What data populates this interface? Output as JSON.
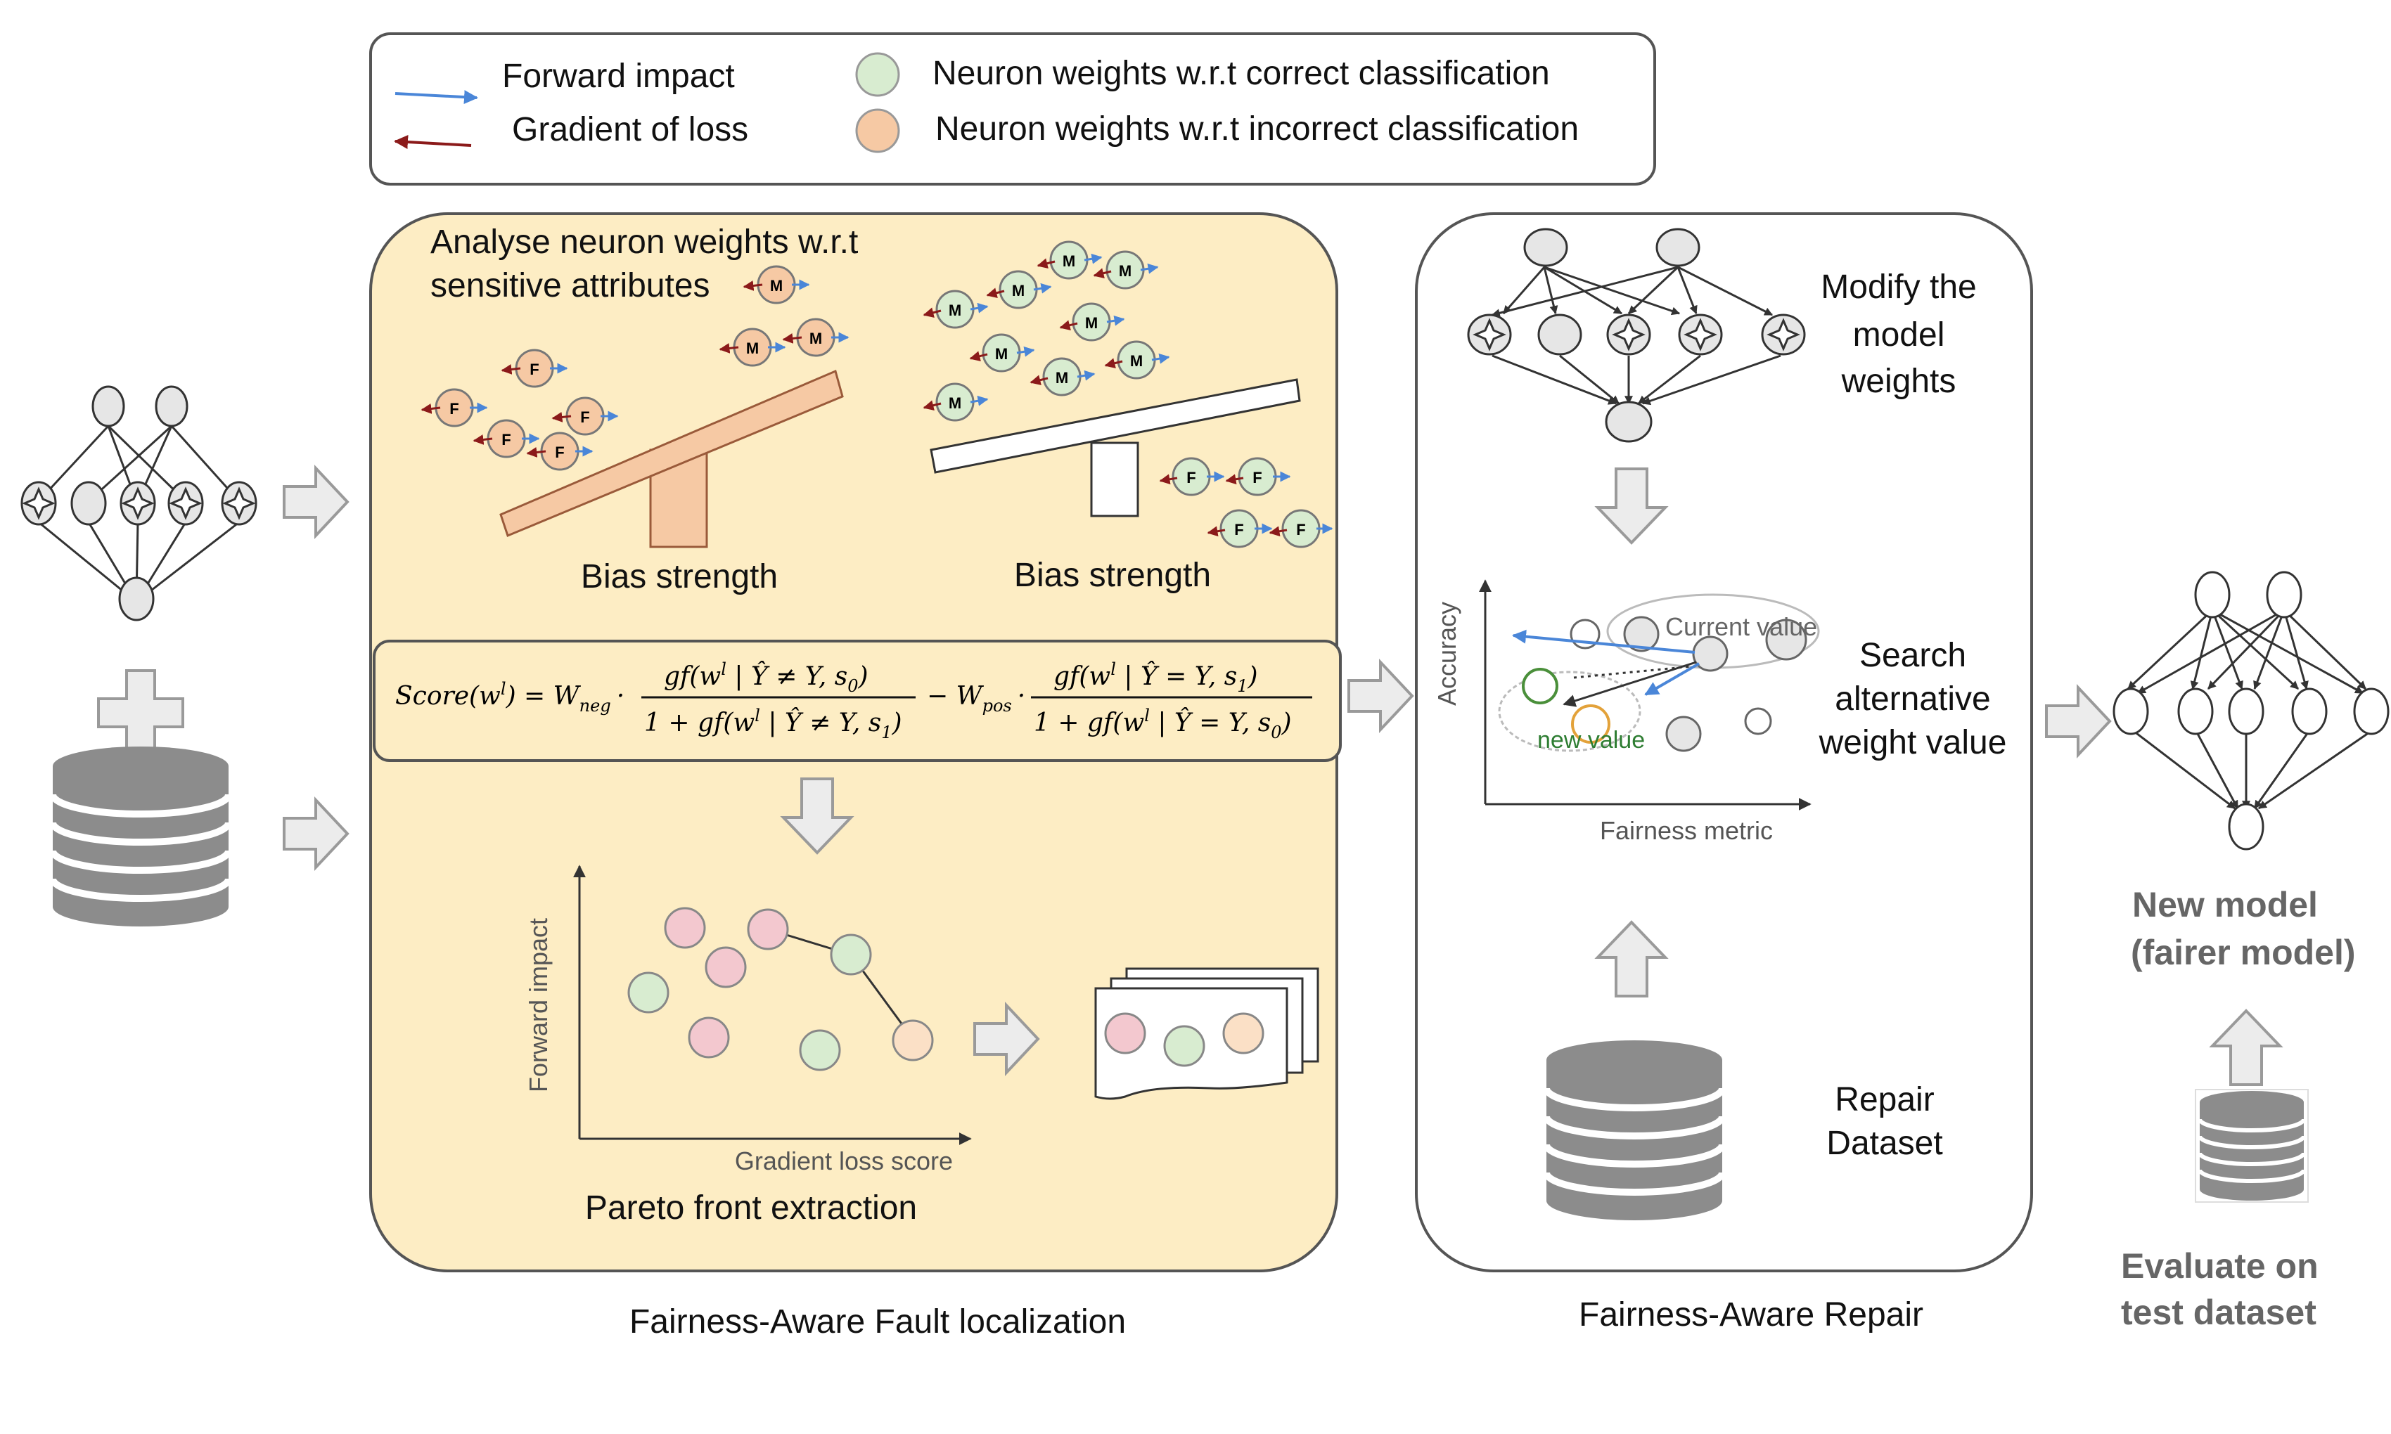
{
  "legend": {
    "forward_impact": "Forward impact",
    "gradient_of_loss": "Gradient of loss",
    "correct_weights": "Neuron weights w.r.t correct classification",
    "incorrect_weights": "Neuron weights w.r.t incorrect classification"
  },
  "localization": {
    "analyse_line1": "Analyse neuron weights w.r.t",
    "analyse_line2": "sensitive attributes",
    "bias_strength_left": "Bias strength",
    "bias_strength_right": "Bias strength",
    "pareto_x_axis": "Gradient loss score",
    "pareto_y_axis": "Forward impact",
    "pareto_caption": "Pareto front extraction",
    "section_title": "Fairness-Aware Fault localization"
  },
  "formula": {
    "lhs": "Score(w",
    "lhs_sup": "l",
    "lhs_close": ") = W",
    "wneg_sub": "neg",
    "dot": "·",
    "num1": "gf(w",
    "num1_rest": " | Ŷ ≠ Y, s",
    "num1_sub": "0",
    "den1": "1 + gf(w",
    "den1_rest": " | Ŷ ≠ Y, s",
    "den1_sub": "1",
    "minus": "− W",
    "wpos_sub": "pos",
    "num2": "gf(w",
    "num2_rest": " | Ŷ = Y, s",
    "num2_sub": "1",
    "den2": "1 + gf(w",
    "den2_rest": " | Ŷ = Y, s",
    "den2_sub": "0",
    "paren": ")"
  },
  "repair": {
    "modify_line1": "Modify the",
    "modify_line2": "model",
    "modify_line3": "weights",
    "search_line1": "Search",
    "search_line2": "alternative",
    "search_line3": "weight value",
    "accuracy_axis": "Accuracy",
    "fairness_axis": "Fairness metric",
    "current_value": "Current value",
    "new_value": "new value",
    "repair_line1": "Repair",
    "repair_line2": "Dataset",
    "section_title": "Fairness-Aware Repair"
  },
  "output": {
    "new_model_line1": "New model",
    "new_model_line2": "(fairer model)",
    "evaluate_line1": "Evaluate on",
    "evaluate_line2": "test dataset"
  },
  "neuron_letters": {
    "male": "M",
    "female": "F"
  },
  "colors": {
    "panel_fill": "#fdedc4",
    "incorrect_fill": "#f6c9a4",
    "correct_fill": "#d8ecd0",
    "pink_fill": "#f3c8cf",
    "peach_fill": "#fbe0c6",
    "forward_arrow": "#4a86d8",
    "gradient_arrow": "#8b1a1a",
    "database_grey": "#8c8c8c",
    "new_value_green": "#2e7d32",
    "new_value_orange": "#e3a23a"
  }
}
